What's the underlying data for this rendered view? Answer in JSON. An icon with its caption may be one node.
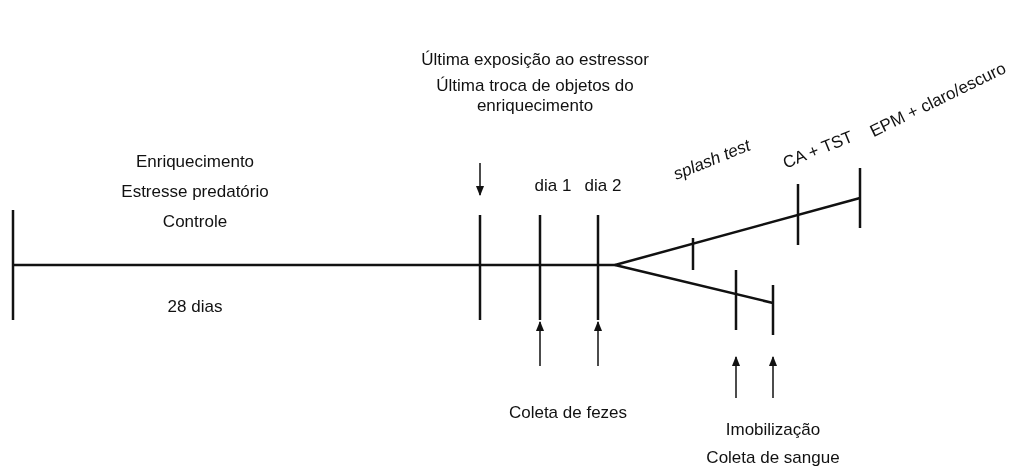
{
  "diagram": {
    "labels": [
      "Última exposição ao estressor",
      "Última troca de objetos do enriquecimento",
      "Enriquecimento",
      "Estresse predatório",
      "Controle",
      "splash test",
      "CA + TST",
      "EPM + claro/escuro",
      "dia 1",
      "dia 2",
      "28 dias",
      "Coleta de fezes",
      "Imobilização",
      "Coleta de sangue"
    ]
  }
}
